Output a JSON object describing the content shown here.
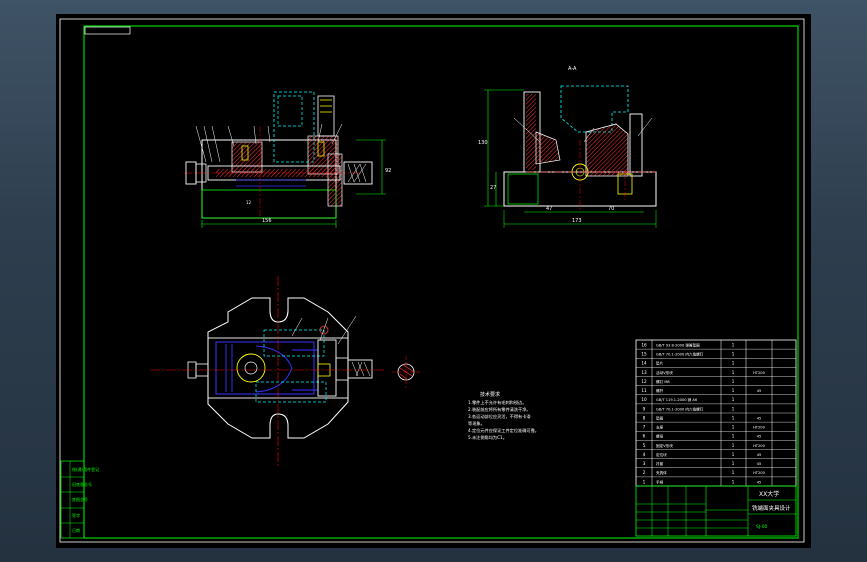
{
  "drawing": {
    "section_label": "A-A",
    "colors": {
      "background": "#000000",
      "outline": "#ffffff",
      "border": "#00ff00",
      "hatch": "#ff3333",
      "hidden": "#00ffff",
      "yellow": "#ffff00",
      "blue": "#3333ff",
      "center": "#ff0000",
      "app_bg": "#2e3e4e"
    },
    "front_view": {
      "dims": {
        "overall_length": "156",
        "height_right": "92",
        "small": "12"
      }
    },
    "section_view": {
      "dims": {
        "height_left": "130",
        "height_small": "27",
        "width_a": "47",
        "width_b": "70",
        "overall_width": "173"
      }
    },
    "notes": {
      "title": "技术要求",
      "lines": [
        "1.零件上不允许有毛刺和锐边。",
        "2.装配前应将所有零件清洗干净。",
        "3.各运动部位应灵活，不得有卡滞",
        "   等现象。",
        "4.定位元件应保证工件定位准确可靠。",
        "5.未注倒角均为C1。"
      ]
    },
    "bom": {
      "rows": [
        {
          "no": "16",
          "name": "GB/T 93 8-2000 弹簧垫圈",
          "qty": "1",
          "mat": "",
          "note": ""
        },
        {
          "no": "15",
          "name": "GB/T 70.1-2000 内六角螺钉",
          "qty": "1",
          "mat": "",
          "note": ""
        },
        {
          "no": "14",
          "name": "垫片",
          "qty": "1",
          "mat": "",
          "note": ""
        },
        {
          "no": "13",
          "name": "活动V形块",
          "qty": "1",
          "mat": "HT200",
          "note": ""
        },
        {
          "no": "12",
          "name": "螺钉 M8",
          "qty": "1",
          "mat": "",
          "note": ""
        },
        {
          "no": "11",
          "name": "螺杆",
          "qty": "1",
          "mat": "45",
          "note": ""
        },
        {
          "no": "10",
          "name": "GB/T 119.1-2000 销 A6",
          "qty": "1",
          "mat": "",
          "note": ""
        },
        {
          "no": "9",
          "name": "GB/T 70.1-2000 内六角螺钉",
          "qty": "1",
          "mat": "",
          "note": ""
        },
        {
          "no": "8",
          "name": "垫圈",
          "qty": "1",
          "mat": "45",
          "note": ""
        },
        {
          "no": "7",
          "name": "支座",
          "qty": "1",
          "mat": "HT200",
          "note": ""
        },
        {
          "no": "6",
          "name": "螺母",
          "qty": "1",
          "mat": "45",
          "note": ""
        },
        {
          "no": "5",
          "name": "固定V形块",
          "qty": "1",
          "mat": "HT200",
          "note": ""
        },
        {
          "no": "4",
          "name": "定位块",
          "qty": "1",
          "mat": "45",
          "note": ""
        },
        {
          "no": "3",
          "name": "衬套",
          "qty": "1",
          "mat": "45",
          "note": ""
        },
        {
          "no": "2",
          "name": "夹具体",
          "qty": "1",
          "mat": "HT200",
          "note": ""
        },
        {
          "no": "1",
          "name": "手柄",
          "qty": "1",
          "mat": "45",
          "note": ""
        }
      ]
    },
    "title_block": {
      "school": "XX大学",
      "title": "铣端面夹具设计",
      "drawing_no": "SJ-00"
    },
    "side_strip": {
      "labels": [
        "借(通)用件登记",
        "旧底图总号",
        "底图总号",
        "签字",
        "日期"
      ]
    }
  }
}
